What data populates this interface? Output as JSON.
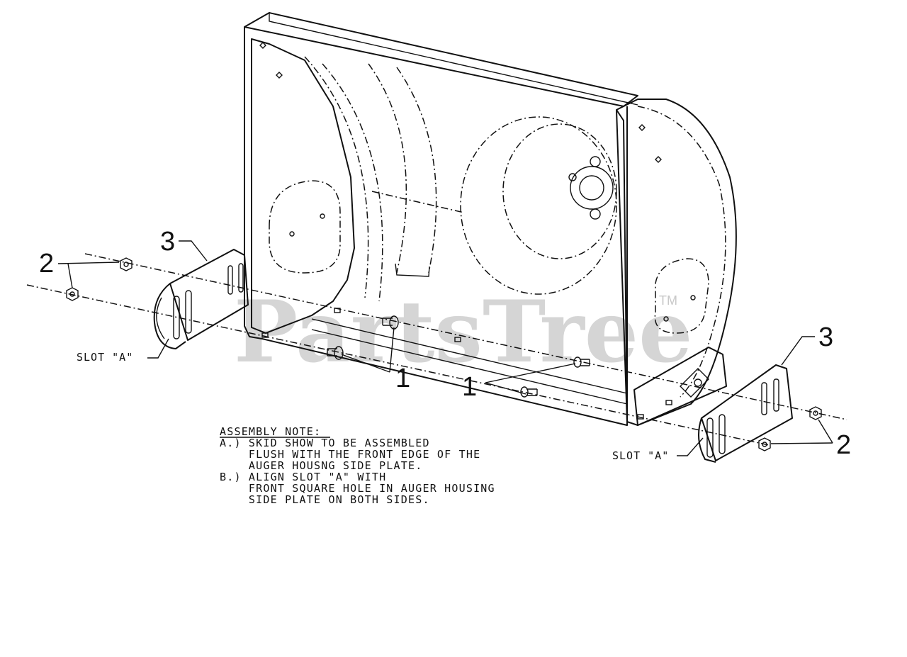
{
  "watermark": {
    "brand": "PartsTree",
    "tm": "TM"
  },
  "callouts": {
    "bolt_left": "1",
    "bolt_right": "1",
    "nut_left": "2",
    "nut_right": "2",
    "skid_left": "3",
    "skid_right": "3"
  },
  "slot_labels": {
    "left": "SLOT \"A\"",
    "right": "SLOT \"A\""
  },
  "assembly_note": {
    "heading": "ASSEMBLY NOTE:",
    "lines": [
      "A.) SKID SHOW TO BE ASSEMBLED",
      "    FLUSH WITH THE FRONT EDGE OF THE",
      "    AUGER HOUSNG SIDE PLATE.",
      "B.) ALIGN SLOT \"A\" WITH",
      "    FRONT SQUARE HOLE IN AUGER HOUSING",
      "    SIDE PLATE ON BOTH SIDES."
    ]
  }
}
